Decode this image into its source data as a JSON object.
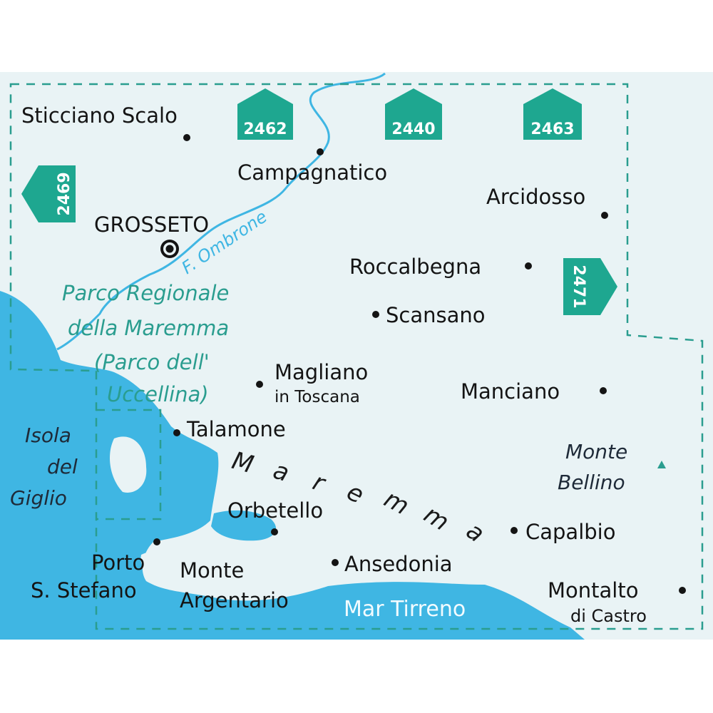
{
  "places": {
    "sticciano": "Sticciano Scalo",
    "campagnatico": "Campagnatico",
    "grosseto": "GROSSETO",
    "arcidosso": "Arcidosso",
    "roccalbegna": "Roccalbegna",
    "scansano": "Scansano",
    "magliano_1": "Magliano",
    "magliano_2": "in Toscana",
    "manciano": "Manciano",
    "talamone": "Talamone",
    "orbetello": "Orbetello",
    "capalbio": "Capalbio",
    "ansedonia": "Ansedonia",
    "porto_1": "Porto",
    "porto_2": "S. Stefano",
    "argentario_1": "Monte",
    "argentario_2": "Argentario",
    "montalto_1": "Montalto",
    "montalto_2": "di Castro"
  },
  "park": {
    "line1": "Parco Regionale",
    "line2": "della Maremma",
    "line3": "(Parco dell'",
    "line4": "Uccellina)"
  },
  "island": {
    "line1": "Isola",
    "line2": "del",
    "line3": "Giglio"
  },
  "mountain": {
    "line1": "Monte",
    "line2": "Bellino"
  },
  "region": [
    "M",
    "a",
    "r",
    "e",
    "m",
    "m",
    "a"
  ],
  "sea": "Mar Tirreno",
  "river": "F. Ombrone",
  "sheets": {
    "s2462": "2462",
    "s2440": "2440",
    "s2463": "2463",
    "s2469": "2469",
    "s2471": "2471"
  },
  "colors": {
    "land": "#e9f3f5",
    "sea": "#3fb6e3",
    "frame": "#2a9d8f",
    "sheet_badge": "#1ea790",
    "park_text": "#2a9d8f"
  }
}
